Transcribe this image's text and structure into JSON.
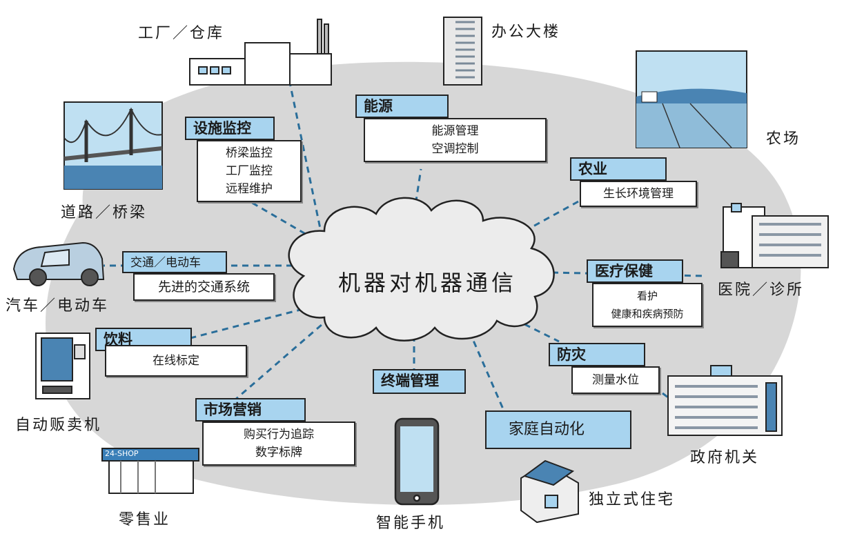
{
  "center": {
    "label": "机器对机器通信"
  },
  "categories": {
    "facility": {
      "title": "设施监控",
      "items": [
        "桥梁监控",
        "工厂监控",
        "远程维护"
      ]
    },
    "energy": {
      "title": "能源",
      "items": [
        "能源管理",
        "空调控制"
      ]
    },
    "agri": {
      "title": "农业",
      "items": [
        "生长环境管理"
      ]
    },
    "traffic": {
      "title": "交通／电动车",
      "items": [
        "先进的交通系统"
      ]
    },
    "medical": {
      "title": "医疗保健",
      "items": [
        "看护",
        "健康和疾病预防"
      ]
    },
    "drinks": {
      "title": "饮料",
      "items": [
        "在线标定"
      ]
    },
    "disaster": {
      "title": "防灾",
      "items": [
        "测量水位"
      ]
    },
    "terminal": {
      "title": "终端管理",
      "items": []
    },
    "marketing": {
      "title": "市场营销",
      "items": [
        "购买行为追踪",
        "数字标牌"
      ]
    },
    "home": {
      "title": "家庭自动化",
      "items": []
    }
  },
  "places": {
    "factory": "工厂／仓库",
    "office": "办公大楼",
    "farm": "农场",
    "road": "道路／桥梁",
    "hospital": "医院／诊所",
    "car": "汽车／电动车",
    "vending": "自动贩卖机",
    "government": "政府机关",
    "retail": "零售业",
    "phone": "智能手机",
    "house": "独立式住宅"
  },
  "shop_sign": "24-SHOP",
  "colors": {
    "tag": "#a8d4ef",
    "dash": "#2a6e9a",
    "cloud": "#d9d9d9",
    "blob": "#d7d7d7"
  }
}
